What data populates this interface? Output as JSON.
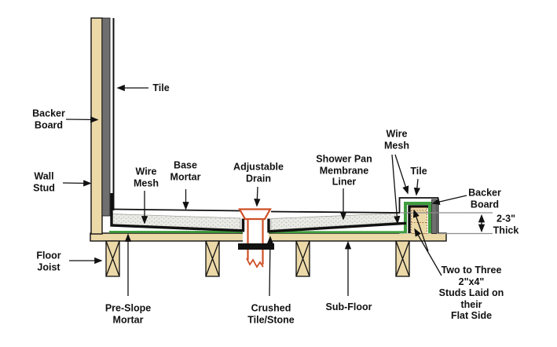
{
  "labels": {
    "backer_board_left": "Backer\nBoard",
    "tile_wall": "Tile",
    "wall_stud": "Wall\nStud",
    "wire_mesh_floor": "Wire\nMesh",
    "base_mortar": "Base\nMortar",
    "adjustable_drain": "Adjustable\nDrain",
    "shower_pan_membrane_liner": "Shower Pan\nMembrane\nLiner",
    "wire_mesh_curb": "Wire\nMesh",
    "tile_curb": "Tile",
    "backer_board_curb": "Backer\nBoard",
    "thickness_dim": "2-3\"\nThick",
    "floor_joist": "Floor\nJoist",
    "pre_slope_mortar": "Pre-Slope\nMortar",
    "crushed_tile_stone": "Crushed\nTile/Stone",
    "sub_floor": "Sub-Floor",
    "curb_studs": "Two to Three 2\"x4\"\nStuds Laid on their\nFlat Side"
  },
  "colors": {
    "wood": "#ecd9a8",
    "backer_board": "#6f6f6f",
    "liner_green": "#3f9e3f",
    "drain_orange": "#cf4f26",
    "mortar_fill": "#eaeae6",
    "mortar_speckle": "#c0c0b8",
    "dim_gray": "#8c8c8c",
    "stud_dotted": "#a06030",
    "line_black": "#111111"
  }
}
